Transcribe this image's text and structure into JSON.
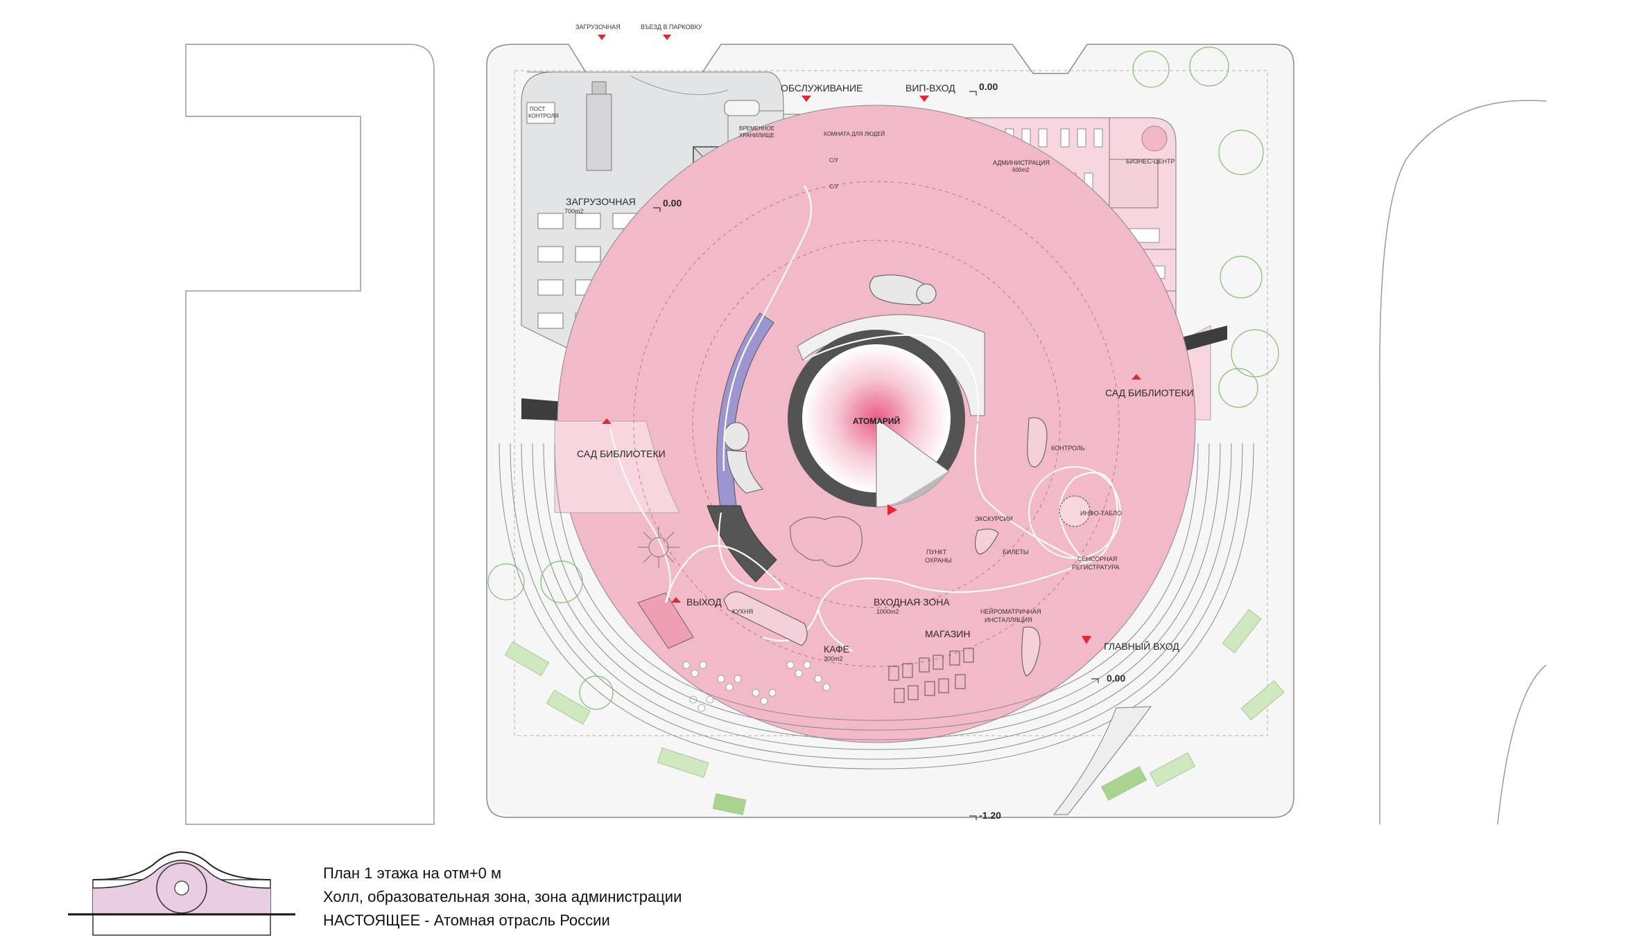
{
  "labels": {
    "top_loading": "ЗАГРУЗОЧНАЯ",
    "top_parking": "ВЪЕЗД В ПАРКОВКУ",
    "service": "ОБСЛУЖИВАНИЕ",
    "vip": "ВИП-ВХОД",
    "level_top": "0.00",
    "post": "ПОСТ",
    "post2": "КОНТРОЛЯ",
    "storage1": "ВРЕМЕННОЕ",
    "storage2": "ХРАНИЛИЩЕ",
    "wc1": "С/У",
    "wc2": "С/У",
    "wc_note": "КОМНАТА ДЛЯ ЛЮДЕЙ",
    "loading": "ЗАГРУЗОЧНАЯ",
    "loading_area": "700m2",
    "level_loading": "0.00",
    "admin": "АДМИНИСТРАЦИЯ",
    "admin_area": "600m2",
    "business": "БИЗНЕС-ЦЕНТР",
    "garden_right": "САД БИБЛИОТЕКИ",
    "garden_left": "САД БИБЛИОТЕКИ",
    "atomarium": "АТОМАРИЙ",
    "control": "КОНТРОЛЬ",
    "info": "ИНФО-ТАБЛО",
    "excursions": "ЭКСКУРСИИ",
    "tickets": "БИЛЕТЫ",
    "security1": "ПУНКТ",
    "security2": "ОХРАНЫ",
    "sensory1": "СЕНСОРНАЯ",
    "sensory2": "РЕГИСТРАТУРА",
    "exit": "ВЫХОД",
    "kitchen": "КУХНЯ",
    "entry_zone": "ВХОДНАЯ ЗОНА",
    "entry_area": "1000m2",
    "neuro1": "НЕЙРОМАТРИЧНАЯ",
    "neuro2": "ИНСТАЛЛЯЦИЯ",
    "cafe": "КАФЕ",
    "cafe_area": "300m2",
    "shop": "МАГАЗИН",
    "main_entry": "ГЛАВНЫЙ ВХОД",
    "level_entry": "0.00",
    "level_bottom": "-1.20"
  },
  "caption": {
    "line1": "План 1 этажа на отм+0 м",
    "line2": "Холл, образовательная зона, зона администрации",
    "line3": "НАСТОЯЩЕЕ - Атомная отрасль России"
  },
  "colors": {
    "pink": "#f2b9c8",
    "pink_light": "#f7d6df",
    "grey": "#e3e4e6",
    "dark": "#3d3d3d",
    "purple": "#9c95cf",
    "red_marker": "#e3262f",
    "green": "#cfe8bf"
  }
}
